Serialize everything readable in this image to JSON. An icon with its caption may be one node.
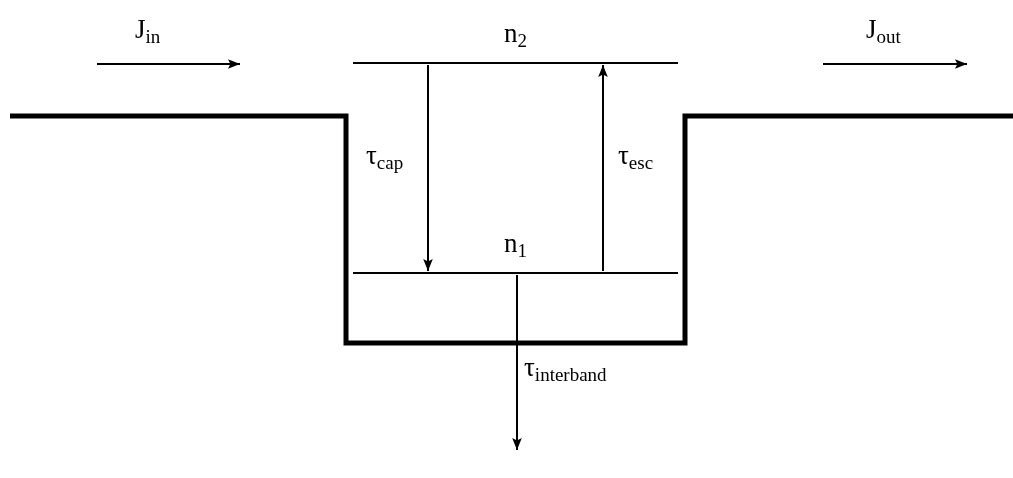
{
  "diagram": {
    "nodes": [
      {
        "text": [
          "n$_{2}$"
        ]
      },
      {
        "text": [
          "n$_{1}$"
        ]
      }
    ],
    "edges": [
      {
        "from": 0,
        "to": 1,
        "arrow": "to",
        "label": "τ$_{cap}$"
      },
      {
        "from": 1,
        "to": 0,
        "arrow": "to",
        "label": "τ$_{esc}$"
      },
      {
        "from": 1,
        "to": null,
        "arrow": "to",
        "label": "τ$_{interband}$"
      }
    ],
    "labels": [
      "J$_{in}$",
      "J$_{out}$"
    ]
  }
}
